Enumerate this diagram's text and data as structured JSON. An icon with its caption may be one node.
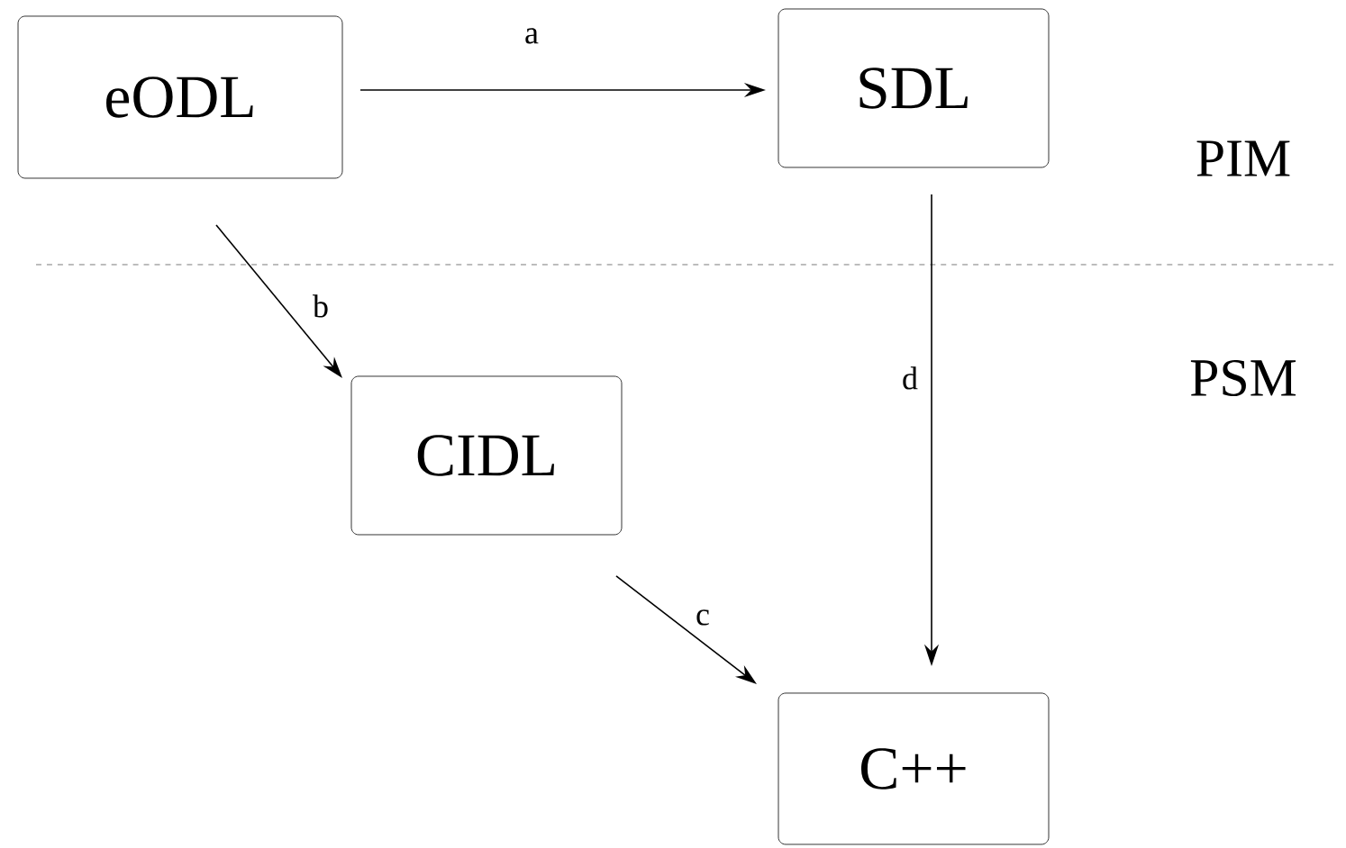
{
  "diagram": {
    "nodes": [
      {
        "text": [
          "eODL"
        ]
      },
      {
        "text": [
          "SDL"
        ]
      },
      {
        "text": [
          "CIDL"
        ]
      },
      {
        "text": [
          "C++"
        ]
      }
    ],
    "edges": [
      {
        "from": 0,
        "to": 1,
        "arrow": "to",
        "label": "a"
      },
      {
        "from": 0,
        "to": 2,
        "arrow": "to",
        "label": "b"
      },
      {
        "from": 2,
        "to": 3,
        "arrow": "to",
        "label": "c"
      },
      {
        "from": 1,
        "to": 3,
        "arrow": "to",
        "label": "d"
      }
    ],
    "labels": [
      "PIM",
      "PSM"
    ]
  }
}
